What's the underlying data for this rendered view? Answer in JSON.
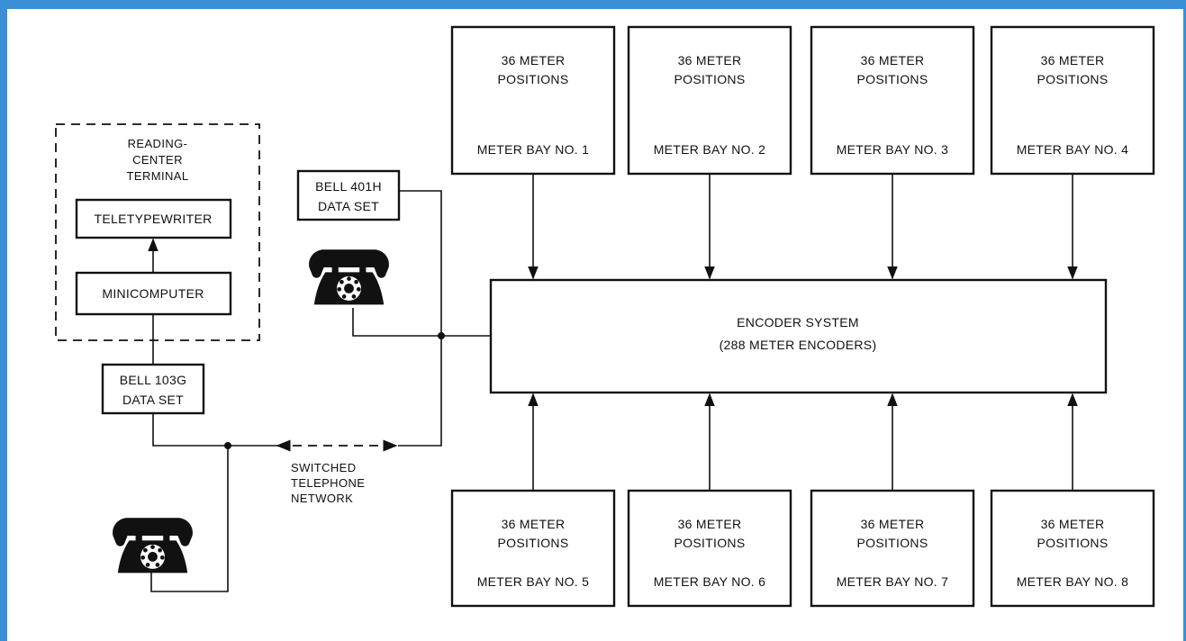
{
  "frame_color": "#3b8fd6",
  "reading_center": {
    "title_lines": [
      "READING-",
      "CENTER",
      "TERMINAL"
    ],
    "teletypewriter": "TELETYPEWRITER",
    "minicomputer": "MINICOMPUTER"
  },
  "bell_103g": [
    "BELL 103G",
    "DATA SET"
  ],
  "bell_401h": [
    "BELL 401H",
    "DATA SET"
  ],
  "network": [
    "SWITCHED",
    "TELEPHONE",
    "NETWORK"
  ],
  "encoder": {
    "line1": "ENCODER SYSTEM",
    "line2": "(288 METER ENCODERS)"
  },
  "bays": [
    {
      "positions": [
        "36 METER",
        "POSITIONS"
      ],
      "label": "METER BAY NO. 1"
    },
    {
      "positions": [
        "36 METER",
        "POSITIONS"
      ],
      "label": "METER BAY NO. 2"
    },
    {
      "positions": [
        "36 METER",
        "POSITIONS"
      ],
      "label": "METER BAY NO. 3"
    },
    {
      "positions": [
        "36 METER",
        "POSITIONS"
      ],
      "label": "METER BAY NO. 4"
    },
    {
      "positions": [
        "36 METER",
        "POSITIONS"
      ],
      "label": "METER BAY NO. 5"
    },
    {
      "positions": [
        "36 METER",
        "POSITIONS"
      ],
      "label": "METER BAY NO. 6"
    },
    {
      "positions": [
        "36 METER",
        "POSITIONS"
      ],
      "label": "METER BAY NO. 7"
    },
    {
      "positions": [
        "36 METER",
        "POSITIONS"
      ],
      "label": "METER BAY NO. 8"
    }
  ],
  "icons": [
    "telephone-icon",
    "telephone-icon"
  ]
}
